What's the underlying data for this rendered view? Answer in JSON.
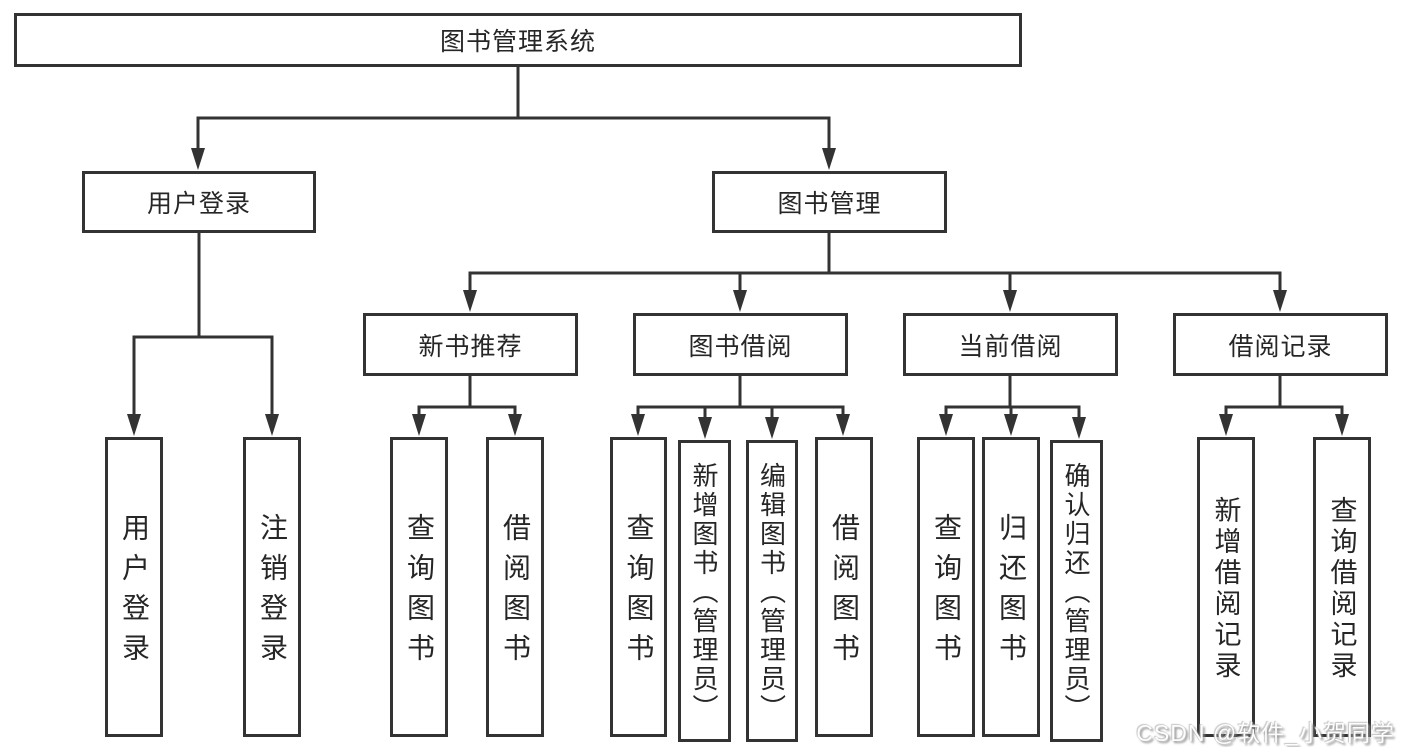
{
  "diagram": {
    "title": "图书管理系统",
    "colors": {
      "line": "#333333",
      "border": "#333333",
      "text": "#262626",
      "background": "#ffffff",
      "watermark_text": "#fdfdfd"
    },
    "nodes": {
      "root": "图书管理系统",
      "userLogin": "用户登录",
      "bookManagement": "图书管理",
      "newBookRecommend": "新书推荐",
      "bookBorrow": "图书借阅",
      "currentBorrow": "当前借阅",
      "borrowRecord": "借阅记录",
      "leaves": {
        "userLogin": [
          "用户登录",
          "注销登录"
        ],
        "newBookRecommend": [
          "查询图书",
          "借阅图书"
        ],
        "bookBorrow": [
          "查询图书",
          "新增图书（管理员）",
          "编辑图书（管理员）",
          "借阅图书"
        ],
        "currentBorrow": [
          "查询图书",
          "归还图书",
          "确认归还（管理员）"
        ],
        "borrowRecord": [
          "新增借阅记录",
          "查询借阅记录"
        ]
      }
    },
    "watermark": "CSDN @软件_小贺同学"
  }
}
